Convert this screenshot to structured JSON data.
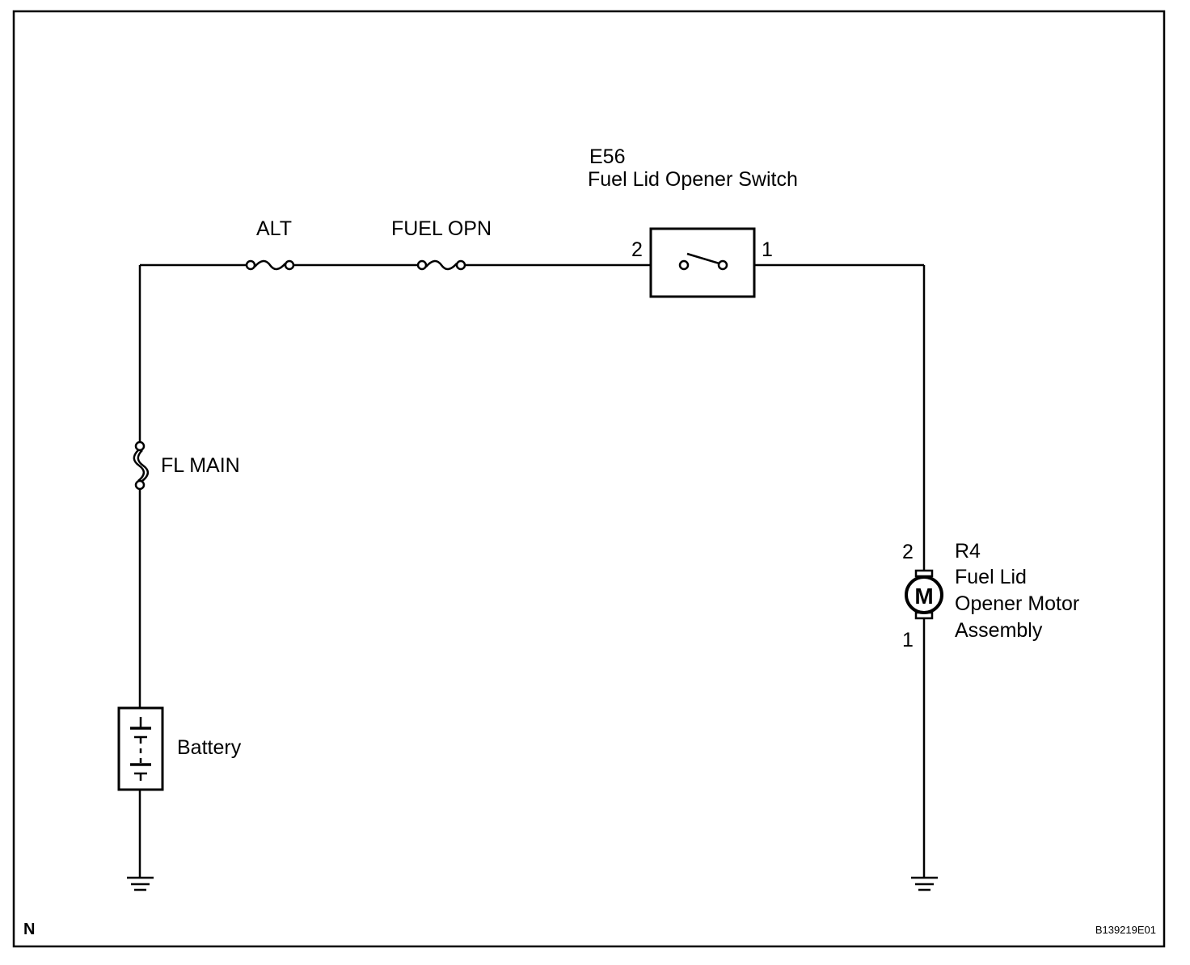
{
  "diagram": {
    "corner_code": "N",
    "figure_id": "B139219E01",
    "fuses": {
      "alt": "ALT",
      "fuel_opn": "FUEL OPN",
      "fl_main": "FL MAIN"
    },
    "switch": {
      "code": "E56",
      "name": "Fuel Lid Opener Switch",
      "pin_left": "2",
      "pin_right": "1"
    },
    "motor": {
      "code": "R4",
      "name_line1": "Fuel Lid",
      "name_line2": "Opener Motor",
      "name_line3": "Assembly",
      "symbol": "M",
      "pin_top": "2",
      "pin_bottom": "1"
    },
    "battery": {
      "label": "Battery"
    }
  }
}
